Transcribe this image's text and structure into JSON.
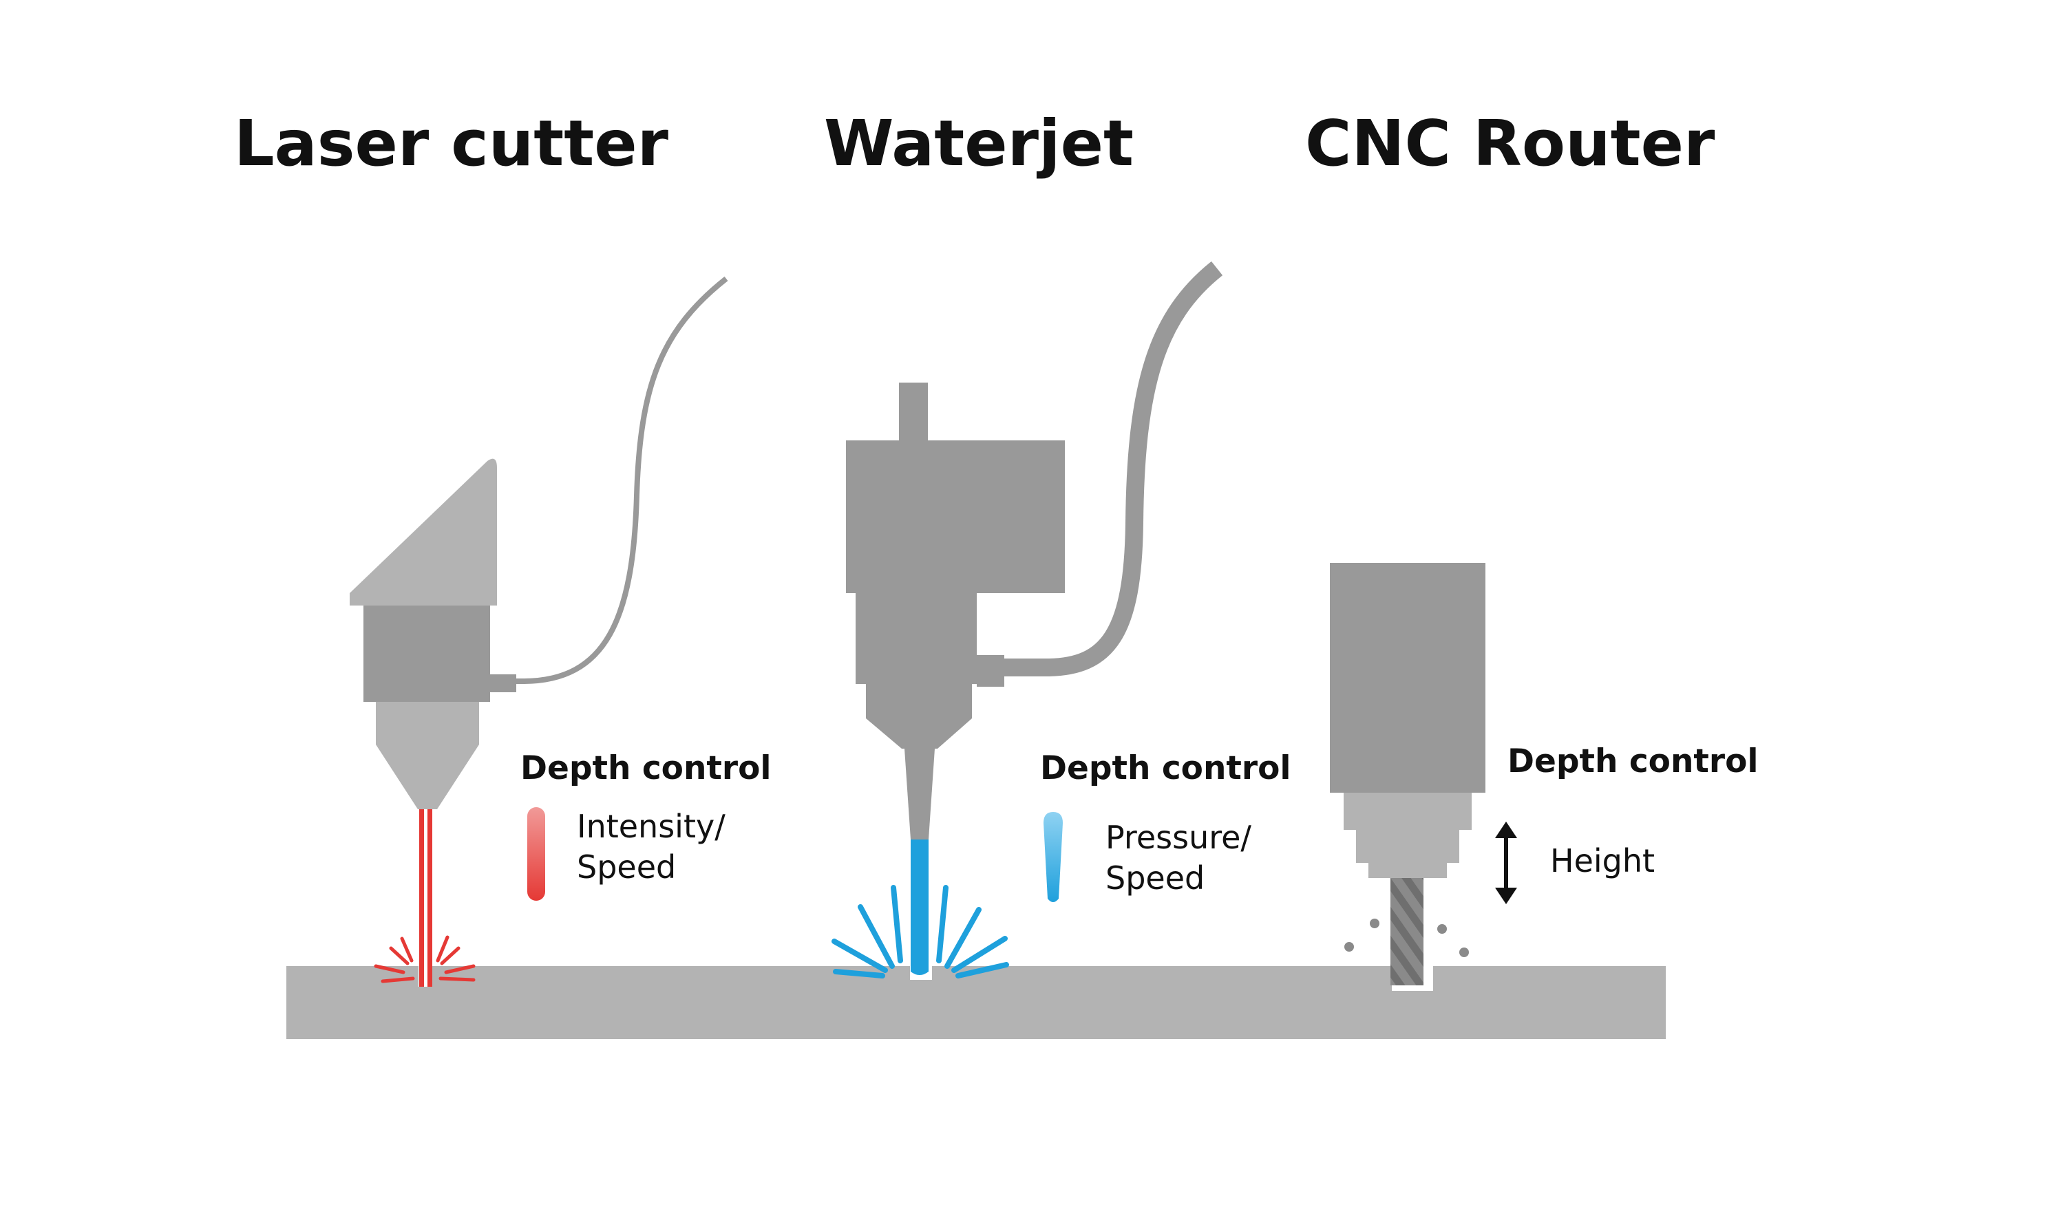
{
  "titles": {
    "laser": "Laser cutter",
    "waterjet": "Waterjet",
    "cnc": "CNC Router"
  },
  "laser": {
    "depth_label": "Depth control",
    "control_line1": "Intensity/",
    "control_line2": "Speed"
  },
  "waterjet": {
    "depth_label": "Depth control",
    "control_line1": "Pressure/",
    "control_line2": "Speed"
  },
  "cnc": {
    "depth_label": "Depth control",
    "control_label": "Height"
  },
  "colors": {
    "machine_dark": "#999999",
    "machine_light": "#b3b3b3",
    "workpiece": "#b3b3b3",
    "laser_red": "#e53935",
    "water_blue": "#29a9e0",
    "text": "#111111"
  },
  "icons": {
    "laser_indicator": "red-gradient-bar-icon",
    "water_indicator": "blue-gradient-drop-icon",
    "height_indicator": "double-arrow-vertical-icon"
  }
}
